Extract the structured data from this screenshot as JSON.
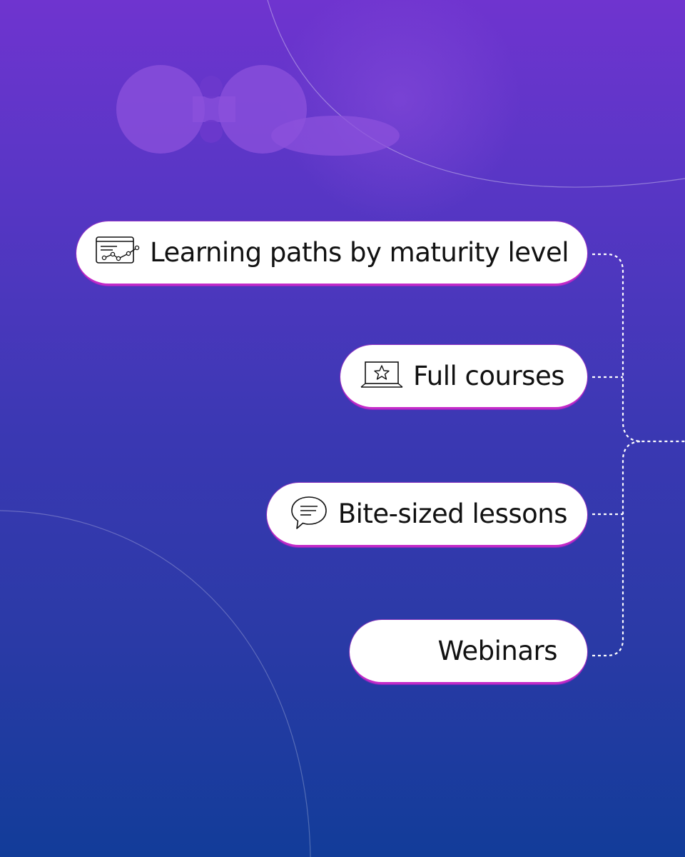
{
  "items": [
    {
      "label": "Learning paths by maturity level",
      "icon": "chart-icon"
    },
    {
      "label": "Full courses",
      "icon": "laptop-star-icon"
    },
    {
      "label": "Bite-sized lessons",
      "icon": "chat-bubble-icon"
    },
    {
      "label": "Webinars",
      "icon": ""
    }
  ],
  "colors": {
    "bg_top": "#6f34cf",
    "bg_bottom": "#123c99",
    "pill_fill": "#ffffff",
    "pill_accent": "#c42ac8",
    "connector": "#ffffff"
  }
}
